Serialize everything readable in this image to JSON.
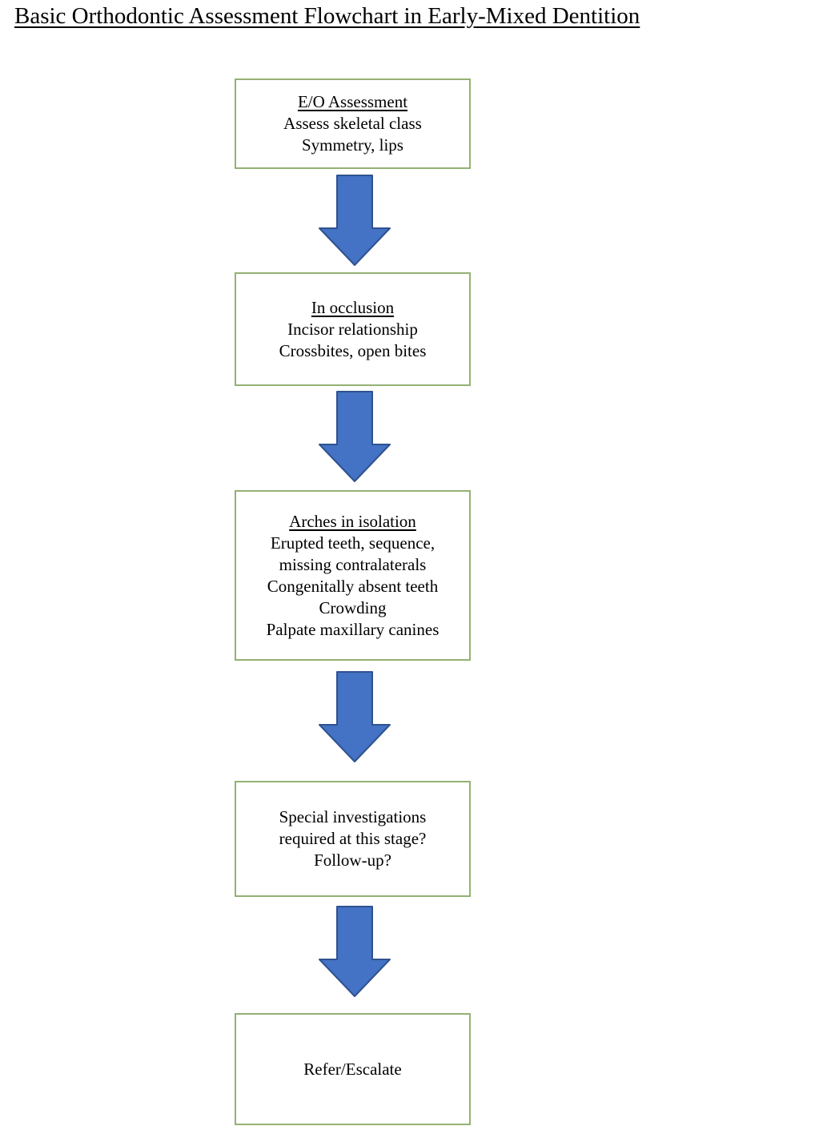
{
  "page": {
    "title": "Basic Orthodontic Assessment Flowchart in Early-Mixed Dentition"
  },
  "colors": {
    "background": "#ffffff",
    "text": "#000000",
    "box_border": "#94b173",
    "arrow_fill": "#4472c4",
    "arrow_border": "#2f528f"
  },
  "flowchart": {
    "connector_icon": "down-arrow-icon",
    "nodes": [
      {
        "heading": "E/O Assessment",
        "lines": [
          "Assess skeletal class",
          "Symmetry, lips"
        ]
      },
      {
        "heading": "In occlusion",
        "lines": [
          "Incisor relationship",
          "Crossbites, open bites"
        ]
      },
      {
        "heading": "Arches in isolation",
        "lines": [
          "Erupted teeth, sequence,",
          "missing contralaterals",
          "Congenitally absent teeth",
          "Crowding",
          "Palpate maxillary canines"
        ]
      },
      {
        "heading": null,
        "lines": [
          "Special investigations",
          "required at this stage?",
          "Follow-up?"
        ]
      },
      {
        "heading": null,
        "lines": [
          "Refer/Escalate"
        ]
      }
    ]
  }
}
